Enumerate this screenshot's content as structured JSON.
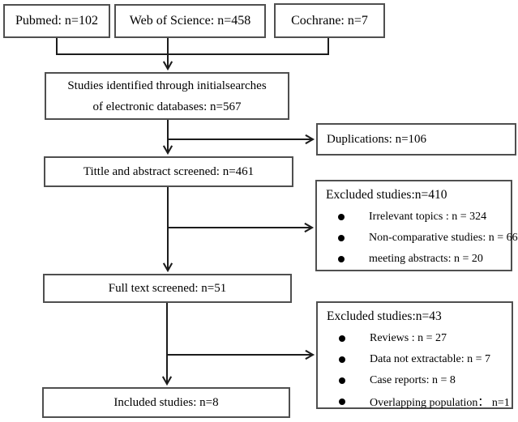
{
  "diagram": {
    "sources": [
      {
        "label": "Pubmed: n=102"
      },
      {
        "label": "Web of Science: n=458"
      },
      {
        "label": "Cochrane: n=7"
      }
    ],
    "identified": {
      "line1": "Studies identified through initialsearches",
      "line2": "of electronic databases: n=567"
    },
    "duplications": {
      "label": "Duplications: n=106"
    },
    "title_abstract": {
      "label": "Tittle and abstract screened: n=461"
    },
    "excluded_title_abstract": {
      "title": "Excluded studies:n=410",
      "items": [
        "Irrelevant topics : n = 324",
        "Non-comparative studies: n = 66",
        "meeting abstracts: n = 20"
      ]
    },
    "full_text": {
      "label": "Full text screened: n=51"
    },
    "excluded_full_text": {
      "title": "Excluded studies:n=43",
      "items": [
        "Reviews : n = 27",
        "Data not extractable: n = 7",
        "Case reports: n = 8",
        "Overlapping population： n=1"
      ]
    },
    "included": {
      "label": "Included studies: n=8"
    },
    "colors": {
      "box_border": "#4f4f4f",
      "line": "#1c1c1c",
      "text": "#000000",
      "background": "#ffffff"
    }
  }
}
